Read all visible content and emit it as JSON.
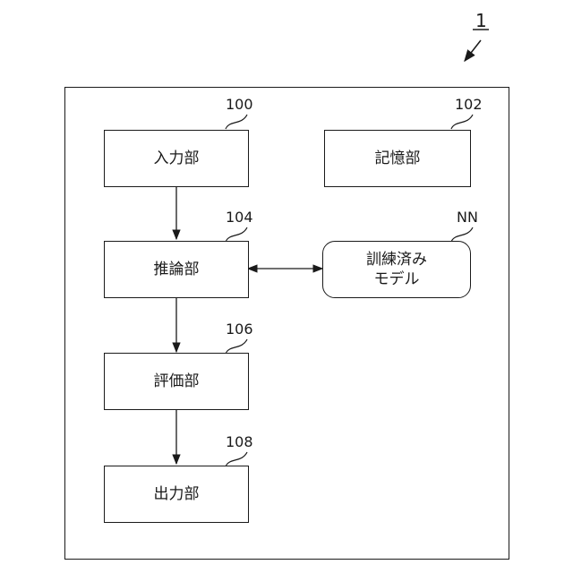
{
  "figure": {
    "ref": "1"
  },
  "blocks": {
    "input": {
      "text": "入力部",
      "ref": "100"
    },
    "memory": {
      "text": "記憶部",
      "ref": "102"
    },
    "infer": {
      "text": "推論部",
      "ref": "104"
    },
    "model": {
      "line1": "訓練済み",
      "line2": "モデル",
      "ref": "NN"
    },
    "eval": {
      "text": "評価部",
      "ref": "106"
    },
    "output": {
      "text": "出力部",
      "ref": "108"
    }
  }
}
